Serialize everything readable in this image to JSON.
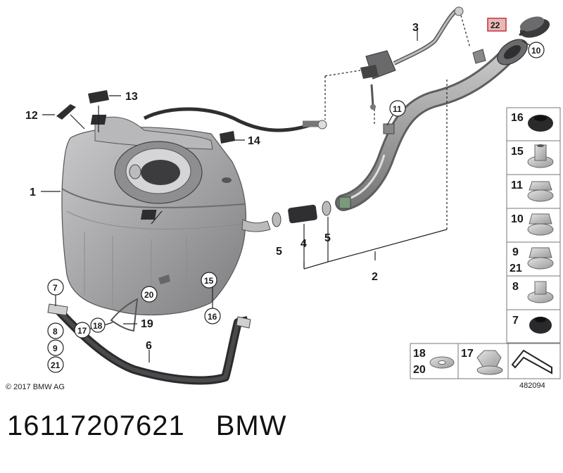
{
  "callouts": {
    "l1": "1",
    "l2": "2",
    "l3": "3",
    "l4": "4",
    "l5a": "5",
    "l5b": "5",
    "l6": "6",
    "l7": "7",
    "l8": "8",
    "l9": "9",
    "l10": "10",
    "l11": "11",
    "l12": "12",
    "l13": "13",
    "l14": "14",
    "l15": "15",
    "l16": "16",
    "l17": "17",
    "l18": "18",
    "l19": "19",
    "l20": "20",
    "l21": "21",
    "l22": "22"
  },
  "side_panel": [
    {
      "labels": [
        "16"
      ]
    },
    {
      "labels": [
        "15"
      ]
    },
    {
      "labels": [
        "11"
      ]
    },
    {
      "labels": [
        "10"
      ]
    },
    {
      "labels": [
        "9",
        "21"
      ]
    },
    {
      "labels": [
        "8"
      ]
    },
    {
      "labels": [
        "7"
      ]
    }
  ],
  "bottom_panel": [
    {
      "labels": [
        "18",
        "20"
      ]
    },
    {
      "labels": [
        "17"
      ]
    }
  ],
  "copyright": "© 2017 BMW AG",
  "diagram_number": "482094",
  "caption": {
    "part_number": "16117207621",
    "brand": "BMW"
  }
}
